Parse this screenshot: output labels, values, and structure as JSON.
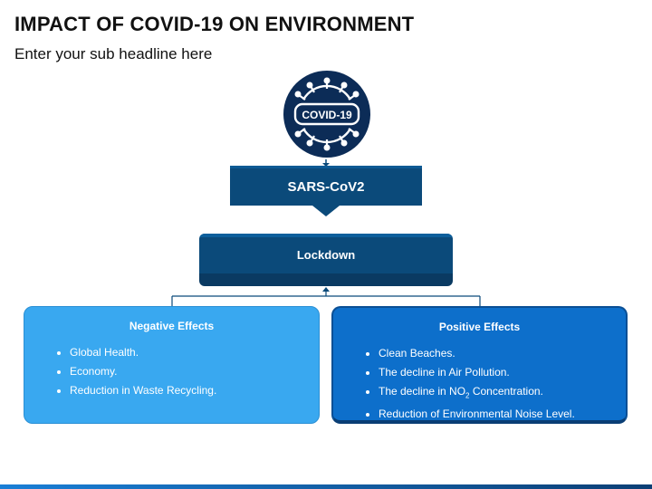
{
  "header": {
    "title": "IMPACT OF COVID-19 ON ENVIRONMENT",
    "subtitle": "Enter your sub headline here"
  },
  "virus": {
    "label": "COVID-19",
    "icon": "covid-virus-icon"
  },
  "flow": {
    "sars_label": "SARS-CoV2",
    "lockdown_label": "Lockdown"
  },
  "negative": {
    "title": "Negative Effects",
    "items": [
      "Global Health.",
      "Economy.",
      "Reduction in Waste Recycling."
    ]
  },
  "positive": {
    "title": "Positive Effects",
    "items": [
      "Clean Beaches.",
      "The decline in Air Pollution.",
      "The decline in NO",
      "Reduction of Environmental Noise Level."
    ],
    "no2_subscript": "2",
    "no2_suffix": " Concentration."
  },
  "colors": {
    "dark_blue": "#0b4a7a",
    "light_blue": "#39a8f0",
    "mid_blue": "#0d6fcb",
    "navy": "#0c2c57"
  }
}
